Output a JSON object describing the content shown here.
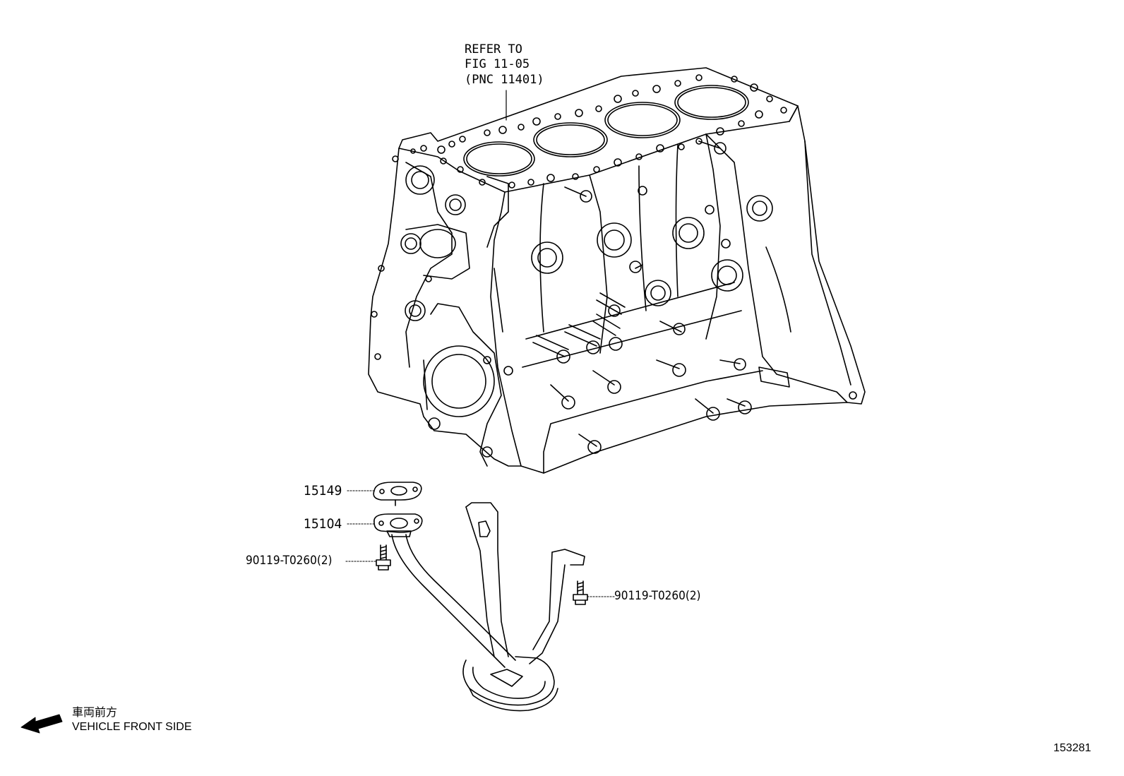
{
  "reference": {
    "line1": "REFER TO",
    "line2": "FIG 11-05",
    "line3": "(PNC 11401)"
  },
  "callouts": [
    {
      "part": "15149"
    },
    {
      "part": "15104"
    },
    {
      "part": "90119-T0260(2)"
    },
    {
      "part": "90119-T0260(2)"
    }
  ],
  "direction": {
    "japanese": "車両前方",
    "english": "VEHICLE FRONT SIDE"
  },
  "illustration_id": "153281",
  "colors": {
    "line": "#000000",
    "background": "#ffffff"
  }
}
